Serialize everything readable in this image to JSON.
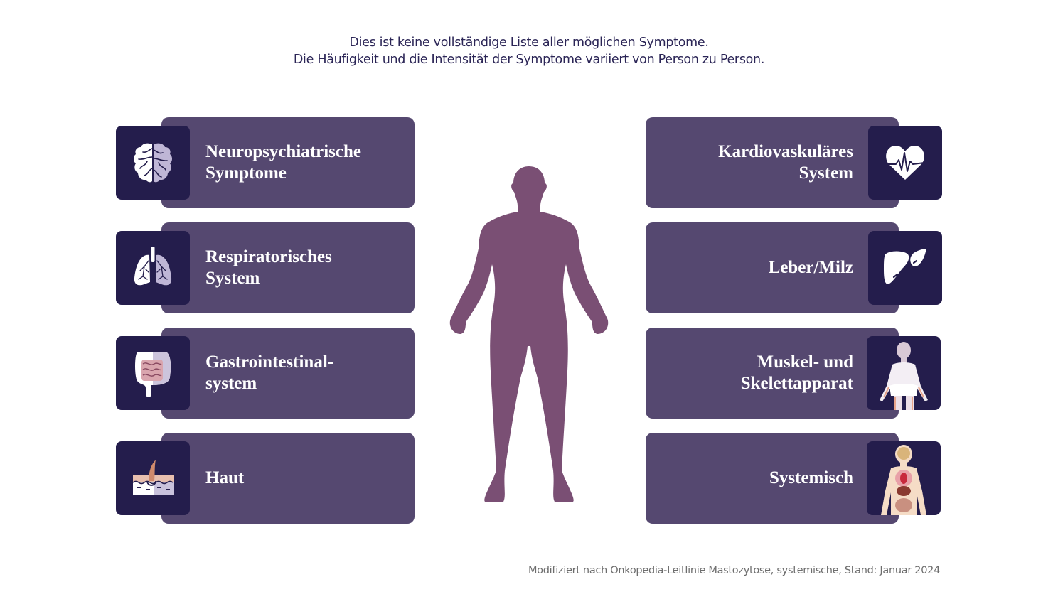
{
  "header": {
    "line1": "Dies ist keine vollständige Liste aller möglichen Symptome.",
    "line2": "Die Häufigkeit und die Intensität der Symptome variiert von Person zu Person."
  },
  "colors": {
    "card": "#554870",
    "icon_box": "#241d4c",
    "figure": "#7a4f74",
    "header_text": "#2b2556",
    "footer_text": "#6d6d6d"
  },
  "left_categories": [
    {
      "label": "Neuropsychiatrische\nSymptome",
      "icon": "brain-icon"
    },
    {
      "label": "Respiratorisches\nSystem",
      "icon": "lungs-icon"
    },
    {
      "label": "Gastrointestinal-\nsystem",
      "icon": "intestine-icon"
    },
    {
      "label": "Haut",
      "icon": "skin-icon"
    }
  ],
  "right_categories": [
    {
      "label": "Kardiovaskuläres\nSystem",
      "icon": "heart-pulse-icon"
    },
    {
      "label": "Leber/Milz",
      "icon": "liver-spleen-icon"
    },
    {
      "label": "Muskel- und\nSkelettapparat",
      "icon": "skeleton-icon"
    },
    {
      "label": "Systemisch",
      "icon": "organs-body-icon"
    }
  ],
  "center_figure": {
    "icon": "human-body-silhouette"
  },
  "footer": {
    "source": "Modifiziert nach Onkopedia-Leitlinie Mastozytose, systemische, Stand: Januar 2024"
  }
}
